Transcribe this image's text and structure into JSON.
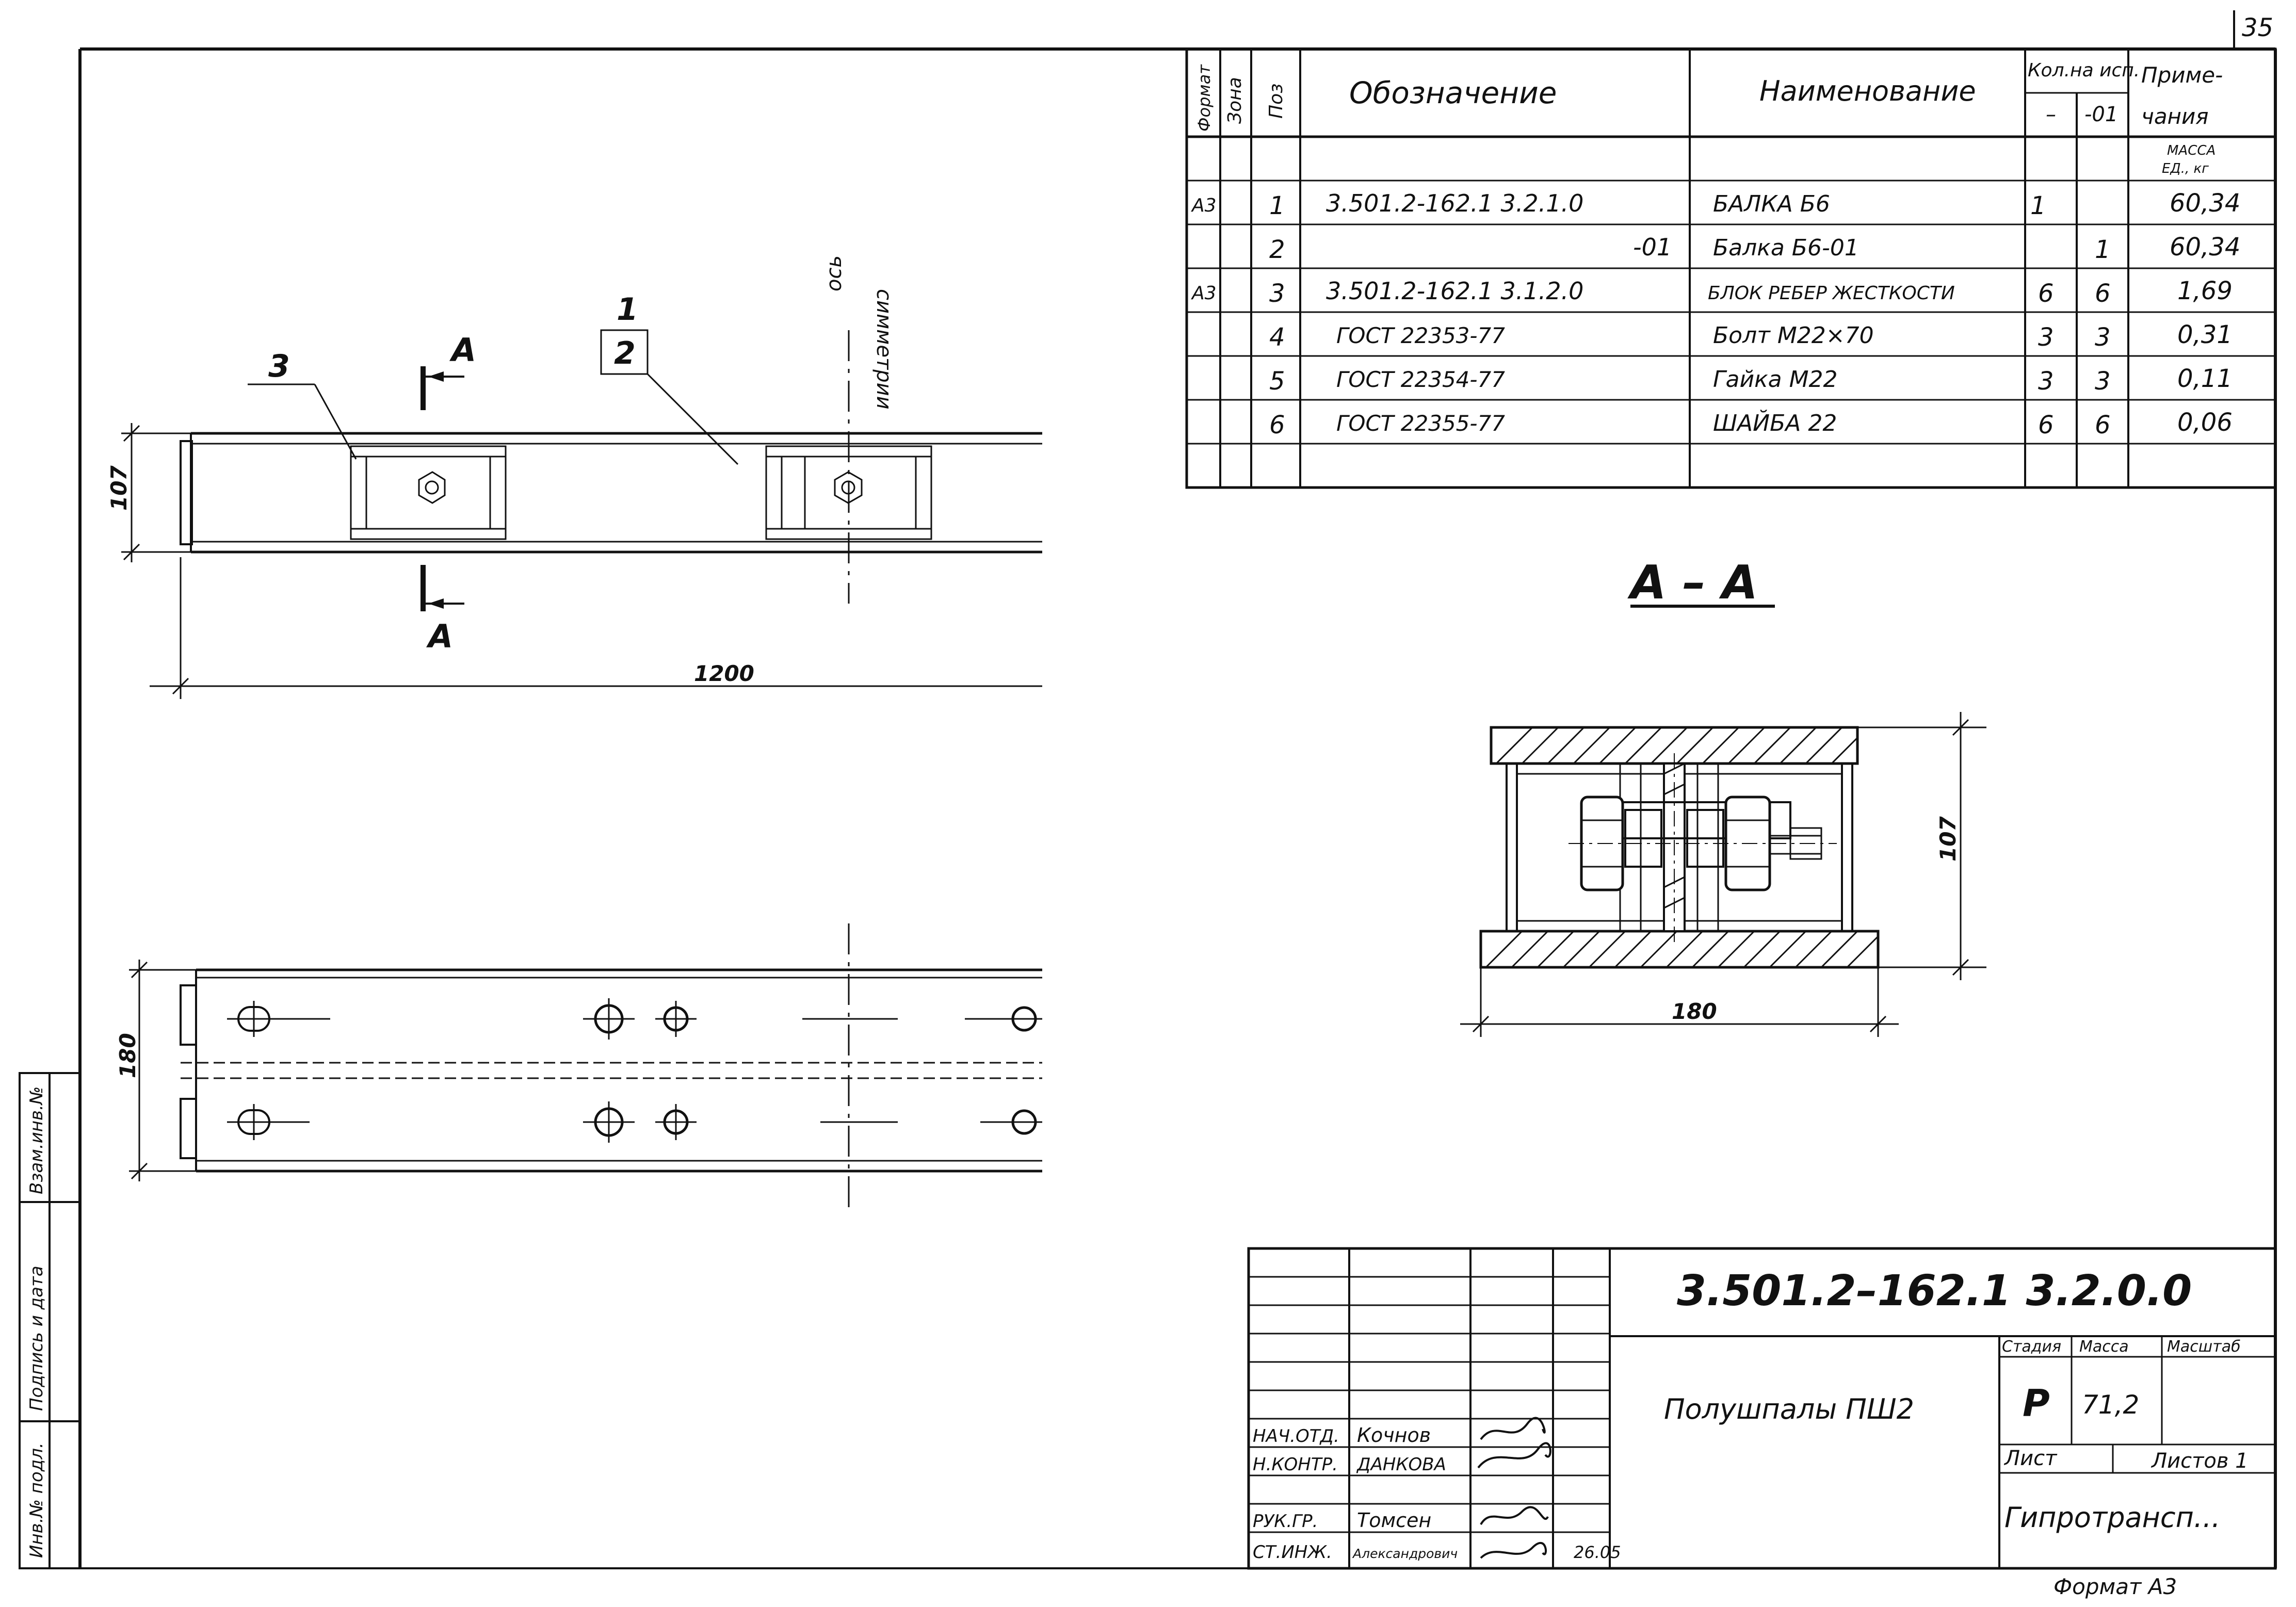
{
  "sheet_number": "35",
  "spec_table": {
    "headers": {
      "format": "Формат",
      "zone": "Зона",
      "pos": "Поз",
      "designation": "Обозначение",
      "name": "Наименование",
      "qty_group": "Кол.на исп.",
      "qty_a": "–",
      "qty_b": "-01",
      "note": "Приме-\nчания"
    },
    "note_sub": [
      "МАССА",
      "ЕД., кг"
    ],
    "rows": [
      {
        "format": "А3",
        "pos": "1",
        "designation": "3.501.2-162.1   3.2.1.0",
        "name": "БАЛКА Б6",
        "qty_a": "1",
        "qty_b": "",
        "note": "60,34"
      },
      {
        "format": "",
        "pos": "2",
        "designation": "-01",
        "name": "Балка Б6-01",
        "qty_a": "",
        "qty_b": "1",
        "note": "60,34"
      },
      {
        "format": "А3",
        "pos": "3",
        "designation": "3.501.2-162.1   3.1.2.0",
        "name": "БЛОК РЕБЕР ЖЕСТКОСТИ",
        "qty_a": "6",
        "qty_b": "6",
        "note": "1,69"
      },
      {
        "format": "",
        "pos": "4",
        "designation": "ГОСТ 22353-77",
        "name": "Болт М22×70",
        "qty_a": "3",
        "qty_b": "3",
        "note": "0,31"
      },
      {
        "format": "",
        "pos": "5",
        "designation": "ГОСТ 22354-77",
        "name": "Гайка М22",
        "qty_a": "3",
        "qty_b": "3",
        "note": "0,11"
      },
      {
        "format": "",
        "pos": "6",
        "designation": "ГОСТ 22355-77",
        "name": "ШАЙБА 22",
        "qty_a": "6",
        "qty_b": "6",
        "note": "0,06"
      }
    ]
  },
  "drawing": {
    "axis_label": [
      "ось",
      "симметрии"
    ],
    "section_label": "А",
    "leader_3": "3",
    "leader_1": "1",
    "leader_2": "2",
    "dim_top_height": "107",
    "dim_top_length": "1200",
    "dim_plan_width": "180",
    "section_title": "А – А",
    "dim_section_height": "107",
    "dim_section_width": "180"
  },
  "title_block": {
    "code": "3.501.2–162.1  3.2.0.0",
    "title": "Полушпалы ПШ2",
    "stage_label": "Стадия",
    "mass_label": "Масса",
    "scale_label": "Масштаб",
    "stage": "Р",
    "mass": "71,2",
    "sheet_label": "Лист",
    "sheets_label": "Листов 1",
    "org": "Гипротрансп...",
    "people": [
      {
        "role": "НАЧ.ОТД.",
        "name": "Кочнов",
        "date": ""
      },
      {
        "role": "Н.КОНТР.",
        "name": "ДАНКОВА",
        "date": ""
      },
      {
        "role": "РУК.ГР.",
        "name": "Томсен",
        "date": ""
      },
      {
        "role": "СТ.ИНЖ.",
        "name": "Александрович",
        "date": "26.05"
      }
    ],
    "format_note": "Формат А3"
  },
  "margin_stamp": [
    "Инв.№ подл.",
    "Подпись и дата",
    "Взам.инв.№"
  ]
}
